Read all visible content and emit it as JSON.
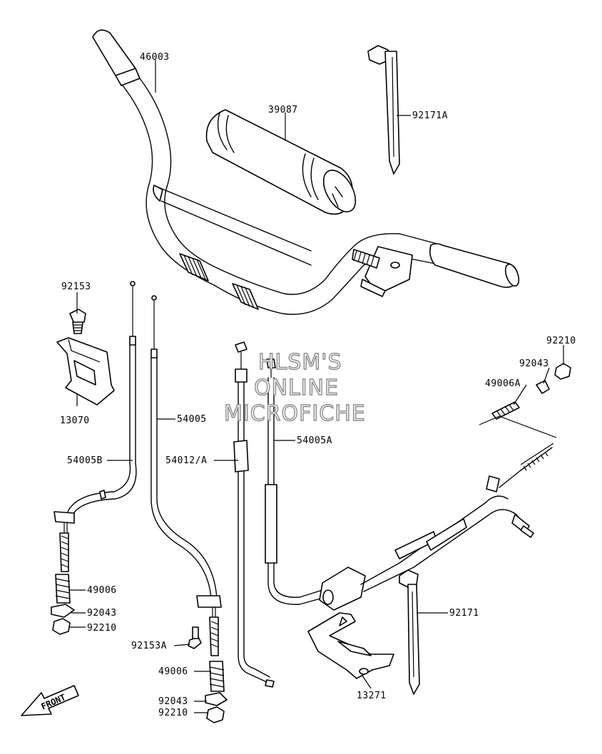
{
  "watermark": {
    "line1": "HLSM'S",
    "line2": "ONLINE",
    "line3": "MICROFICHE"
  },
  "front_label": "FRONT",
  "parts": [
    {
      "id": "handlebar",
      "number": "46003"
    },
    {
      "id": "handlebar-pad",
      "number": "39087"
    },
    {
      "id": "clamp-tie-a",
      "number": "92171A"
    },
    {
      "id": "bolt-a",
      "number": "92153"
    },
    {
      "id": "bracket-left",
      "number": "13070"
    },
    {
      "id": "cable-54005b",
      "number": "54005B"
    },
    {
      "id": "cable-54005",
      "number": "54005"
    },
    {
      "id": "cable-54012a",
      "number": "54012/A"
    },
    {
      "id": "cable-54005a",
      "number": "54005A"
    },
    {
      "id": "nut-right-top",
      "number": "92210"
    },
    {
      "id": "collar-right-top",
      "number": "92043"
    },
    {
      "id": "spring-right",
      "number": "49006A"
    },
    {
      "id": "spring-left",
      "number": "49006"
    },
    {
      "id": "collar-left",
      "number": "92043"
    },
    {
      "id": "nut-left",
      "number": "92210"
    },
    {
      "id": "bolt-b",
      "number": "92153A"
    },
    {
      "id": "spring-center",
      "number": "49006"
    },
    {
      "id": "collar-center",
      "number": "92043"
    },
    {
      "id": "nut-center",
      "number": "92210"
    },
    {
      "id": "clamp-tie",
      "number": "92171"
    },
    {
      "id": "bracket-right",
      "number": "13271"
    }
  ]
}
